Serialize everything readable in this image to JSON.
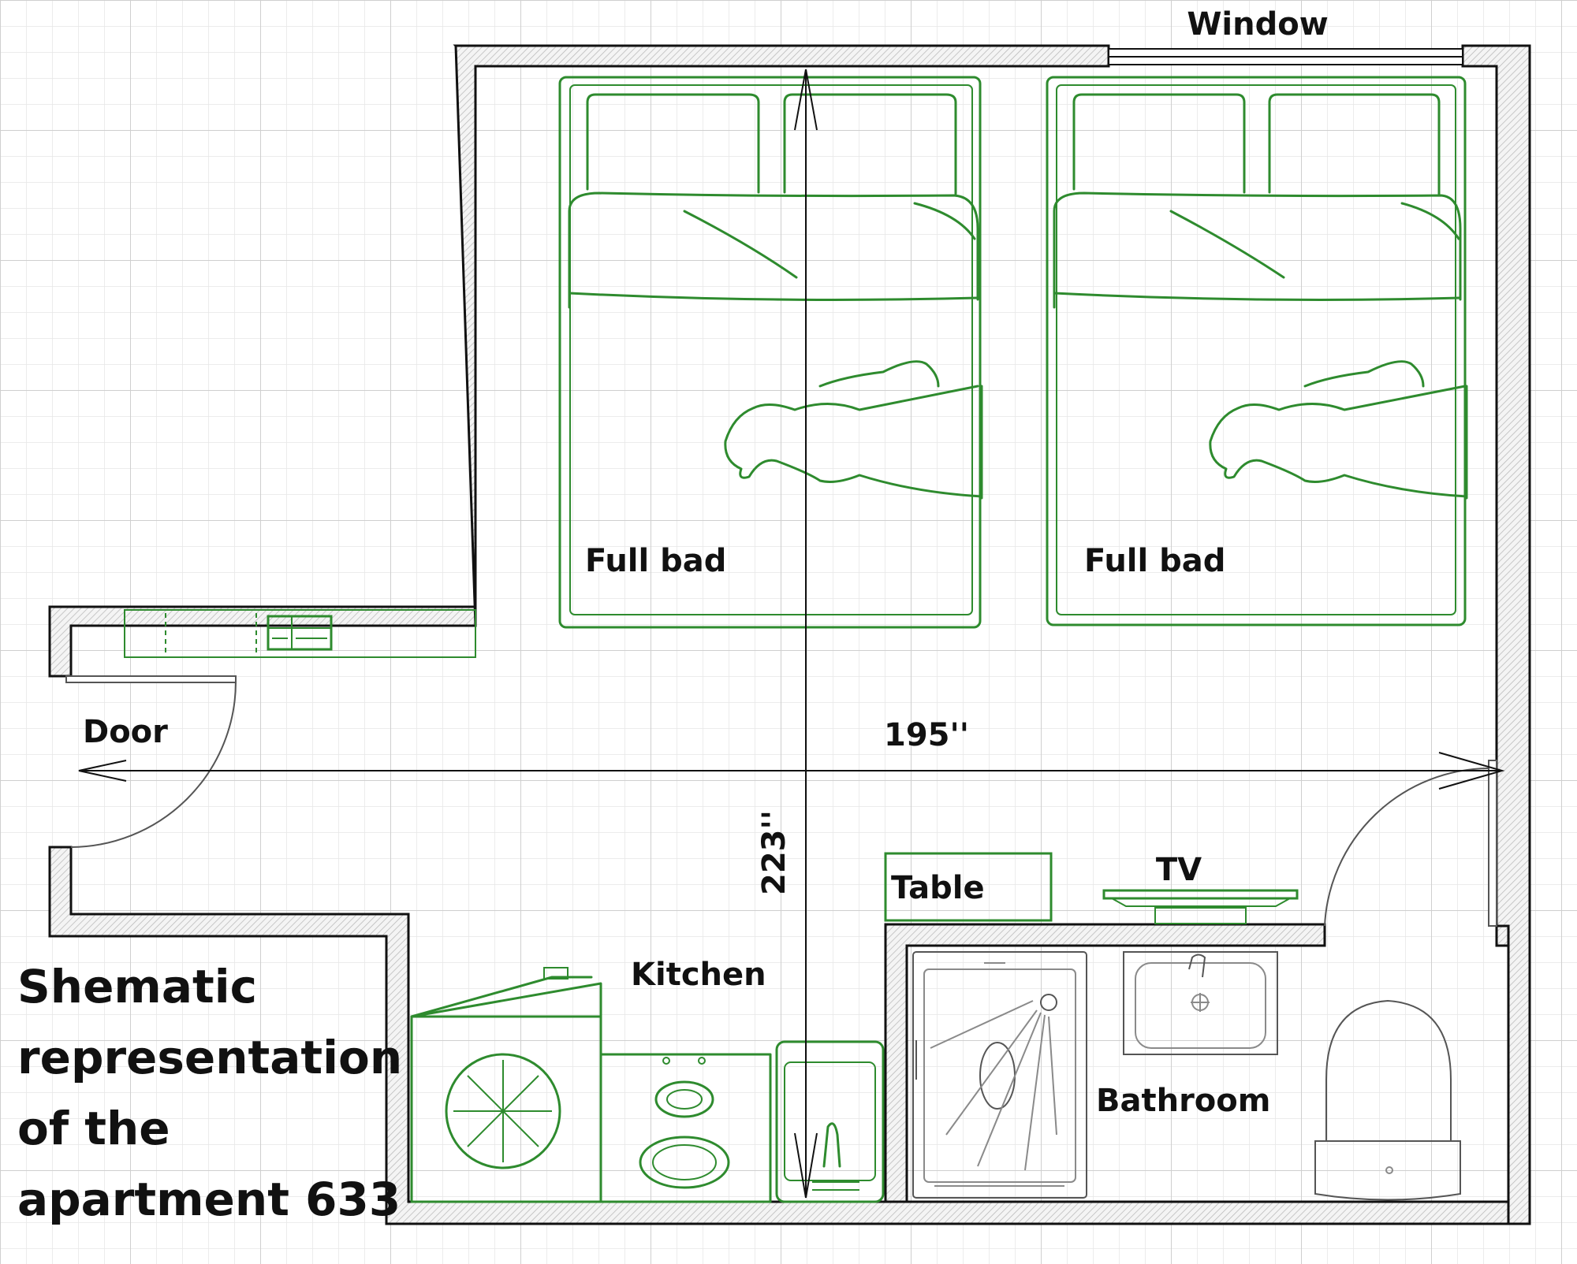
{
  "labels": {
    "window": "Window",
    "bed_left": "Full bad",
    "bed_right": "Full bad",
    "door": "Door",
    "width_dim": "195''",
    "height_dim": "223''",
    "table": "Table",
    "tv": "TV",
    "kitchen": "Kitchen",
    "bathroom": "Bathroom"
  },
  "title": {
    "line1": "Shematic",
    "line2": "representation",
    "line3": "of the",
    "line4": "apartment 633"
  },
  "colors": {
    "furniture": "#2e8b2e",
    "wall": "#111111",
    "grid": "#dcdcdc"
  }
}
